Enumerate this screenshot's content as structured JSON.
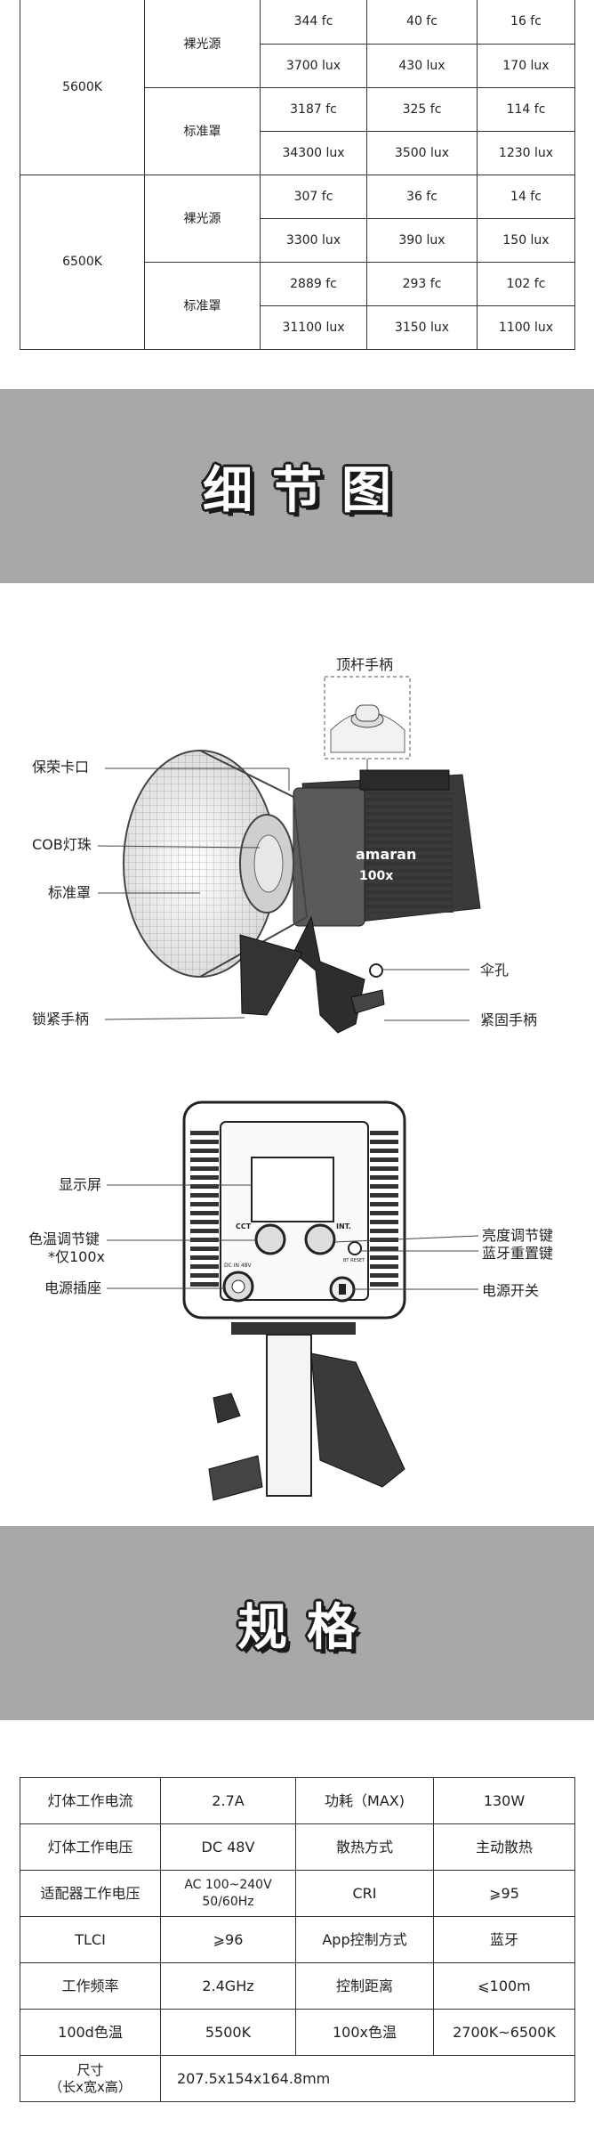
{
  "luminance_table": {
    "rows": [
      {
        "cct": "",
        "mode": "",
        "v1": "344 fc",
        "v2": "40 fc",
        "v3": "16 fc"
      },
      {
        "cct": "5600K",
        "mode": "裸光源",
        "v1": "3700 lux",
        "v2": "430 lux",
        "v3": "170 lux"
      },
      {
        "cct": "",
        "mode": "标准罩",
        "v1": "3187 fc",
        "v2": "325 fc",
        "v3": "114 fc"
      },
      {
        "cct": "",
        "mode": "",
        "v1": "34300 lux",
        "v2": "3500 lux",
        "v3": "1230 lux"
      },
      {
        "cct": "6500K",
        "mode": "裸光源",
        "v1": "307 fc",
        "v2": "36 fc",
        "v3": "14 fc"
      },
      {
        "cct": "",
        "mode": "",
        "v1": "3300 lux",
        "v2": "390 lux",
        "v3": "150 lux"
      },
      {
        "cct": "",
        "mode": "标准罩",
        "v1": "2889 fc",
        "v2": "293 fc",
        "v3": "102 fc"
      },
      {
        "cct": "",
        "mode": "",
        "v1": "31100 lux",
        "v2": "3150 lux",
        "v3": "1100 lux"
      }
    ]
  },
  "banner_detail": {
    "title": "细节图"
  },
  "side_view": {
    "brand": "amaran",
    "model": "100x",
    "labels": {
      "top_handle": "顶杆手柄",
      "bowens_mount": "保荣卡口",
      "cob_bead": "COB灯珠",
      "reflector": "标准罩",
      "lock_handle": "锁紧手柄",
      "umbrella_hole": "伞孔",
      "tighten_handle": "紧固手柄"
    }
  },
  "back_view": {
    "cct_knob": "CCT",
    "int_knob": "INT.",
    "dc_label": "DC IN 48V",
    "bt_label": "BT RESET",
    "labels": {
      "display": "显示屏",
      "cct_key": "色温调节键",
      "cct_key_note": "*仅100x",
      "power_socket": "电源插座",
      "brightness_key": "亮度调节键",
      "bt_reset_key": "蓝牙重置键",
      "power_switch": "电源开关"
    }
  },
  "banner_spec": {
    "title": "规格"
  },
  "spec_table": {
    "rows": [
      [
        "灯体工作电流",
        "2.7A",
        "功耗（MAX)",
        "130W"
      ],
      [
        "灯体工作电压",
        "DC 48V",
        "散热方式",
        "主动散热"
      ],
      [
        "适配器工作电压",
        "AC 100~240V 50/60Hz",
        "CRI",
        "⩾95"
      ],
      [
        "TLCI",
        "⩾96",
        "App控制方式",
        "蓝牙"
      ],
      [
        "工作频率",
        "2.4GHz",
        "控制距离",
        "⩽100m"
      ],
      [
        "100d色温",
        "5500K",
        "100x色温",
        "2700K~6500K"
      ]
    ],
    "size_label": "尺寸\n（长x宽x高）",
    "size_value": "207.5x154x164.8mm"
  }
}
